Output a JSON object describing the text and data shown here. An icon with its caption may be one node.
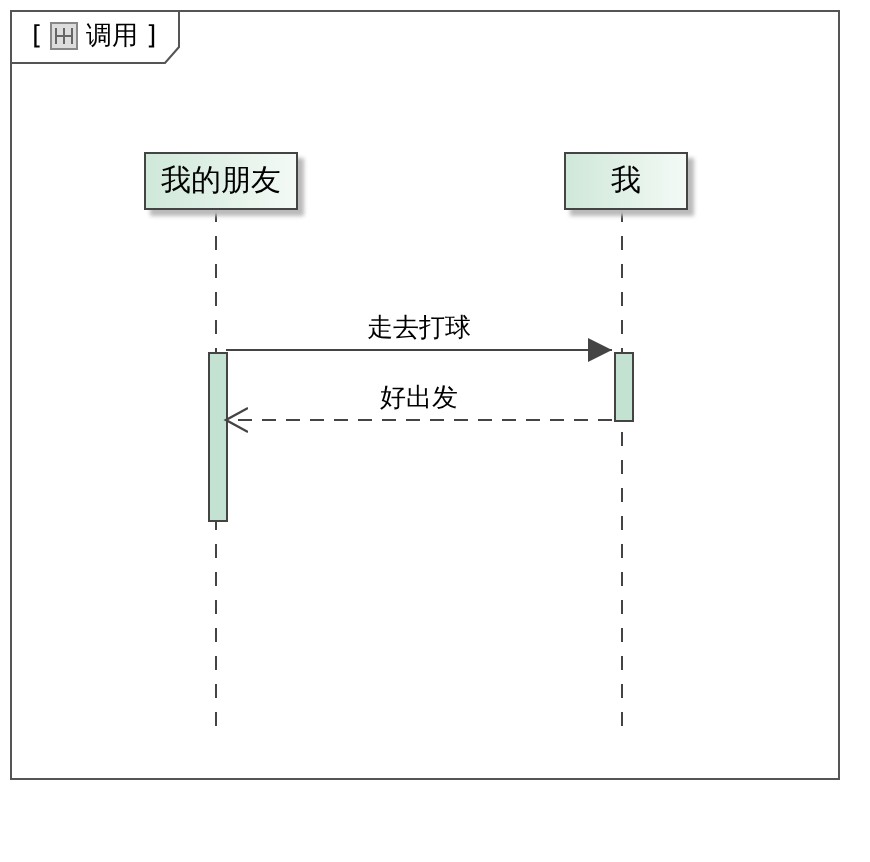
{
  "diagram": {
    "nodes": [
      {
        "text": [
          "[",
          "调用",
          "]"
        ]
      },
      {
        "text": [
          "我的朋友"
        ],
        "in": 0
      },
      {
        "text": [
          "我"
        ],
        "in": 0
      },
      {
        "text": [],
        "shape": "bar",
        "in": 0
      },
      {
        "text": [],
        "shape": "bar",
        "in": 0
      }
    ],
    "edges": [
      {
        "from": 3,
        "to": 4,
        "arrow": "to",
        "label": "走去打球"
      },
      {
        "from": 4,
        "to": 3,
        "arrow": "to",
        "label": "好出发",
        "style": "dashed"
      }
    ]
  }
}
